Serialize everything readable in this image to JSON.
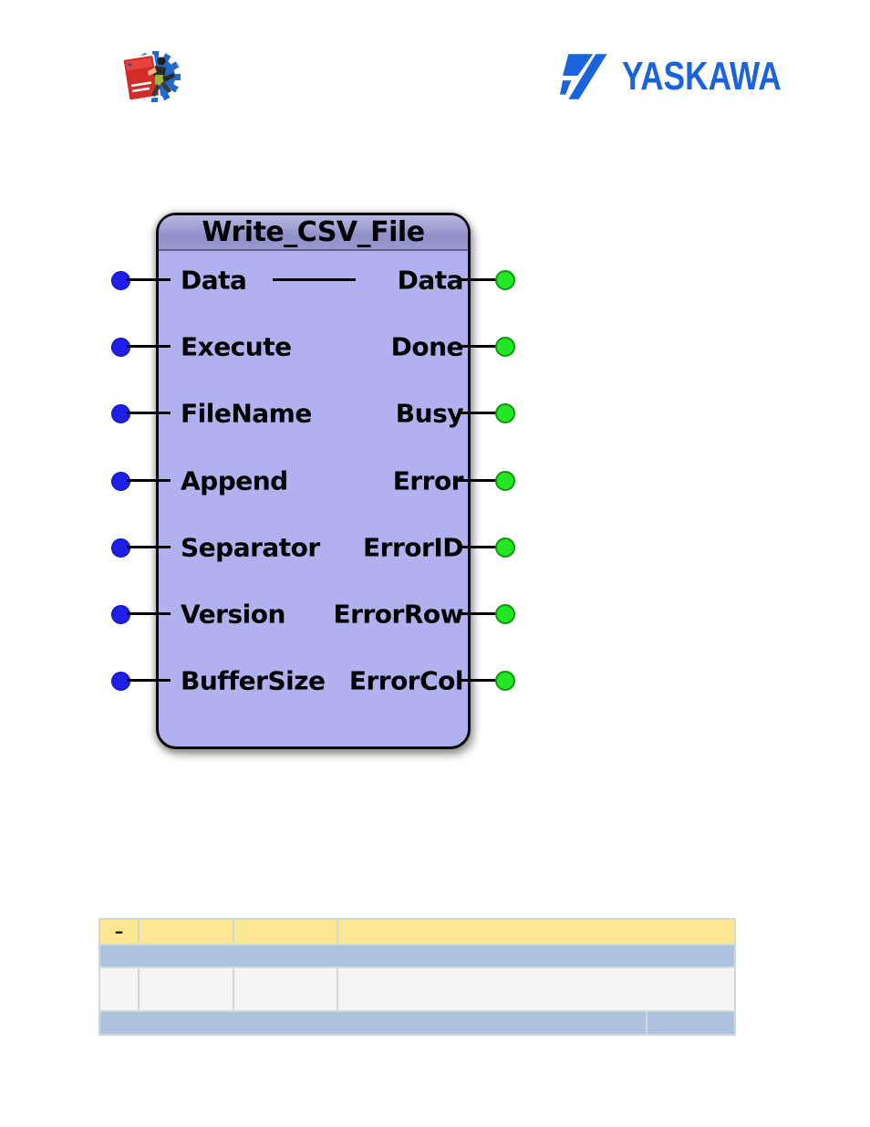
{
  "header": {
    "brand_text": "YASKAWA",
    "app_logo_icon": "gear-book-runner-sticker-icon",
    "brand_mark_icon": "yaskawa-lightning-bolt-icon"
  },
  "function_block": {
    "title": "Write_CSV_File",
    "rows": [
      {
        "input": "Data",
        "output": "Data",
        "passthrough": true
      },
      {
        "input": "Execute",
        "output": "Done",
        "passthrough": false
      },
      {
        "input": "FileName",
        "output": "Busy",
        "passthrough": false
      },
      {
        "input": "Append",
        "output": "Error",
        "passthrough": false
      },
      {
        "input": "Separator",
        "output": "ErrorID",
        "passthrough": false
      },
      {
        "input": "Version",
        "output": "ErrorRow",
        "passthrough": false
      },
      {
        "input": "BufferSize",
        "output": "ErrorCol",
        "passthrough": false
      }
    ],
    "input_pin_icon": "blue-circle-pin-icon",
    "output_pin_icon": "green-circle-pin-icon"
  },
  "table": {
    "header_marker": "–",
    "rows": [
      {
        "style": "yellow-header",
        "cells": [
          "–",
          "",
          "",
          ""
        ]
      },
      {
        "style": "blue-band",
        "cells": [
          ""
        ]
      },
      {
        "style": "white-body",
        "cells": [
          "",
          "",
          "",
          ""
        ]
      },
      {
        "style": "blue-band",
        "cells": [
          "",
          ""
        ]
      }
    ]
  },
  "colors": {
    "brand-blue": "#1b63dc",
    "block-body": "#b1b1f0",
    "block-header": "#9595cc",
    "input-pin": "#1f1fe8",
    "output-pin": "#25e625",
    "table-yellow": "#fbe691",
    "table-blue": "#aec3de",
    "table-white": "#f5f6f4",
    "table-border": "#cfdad8"
  }
}
